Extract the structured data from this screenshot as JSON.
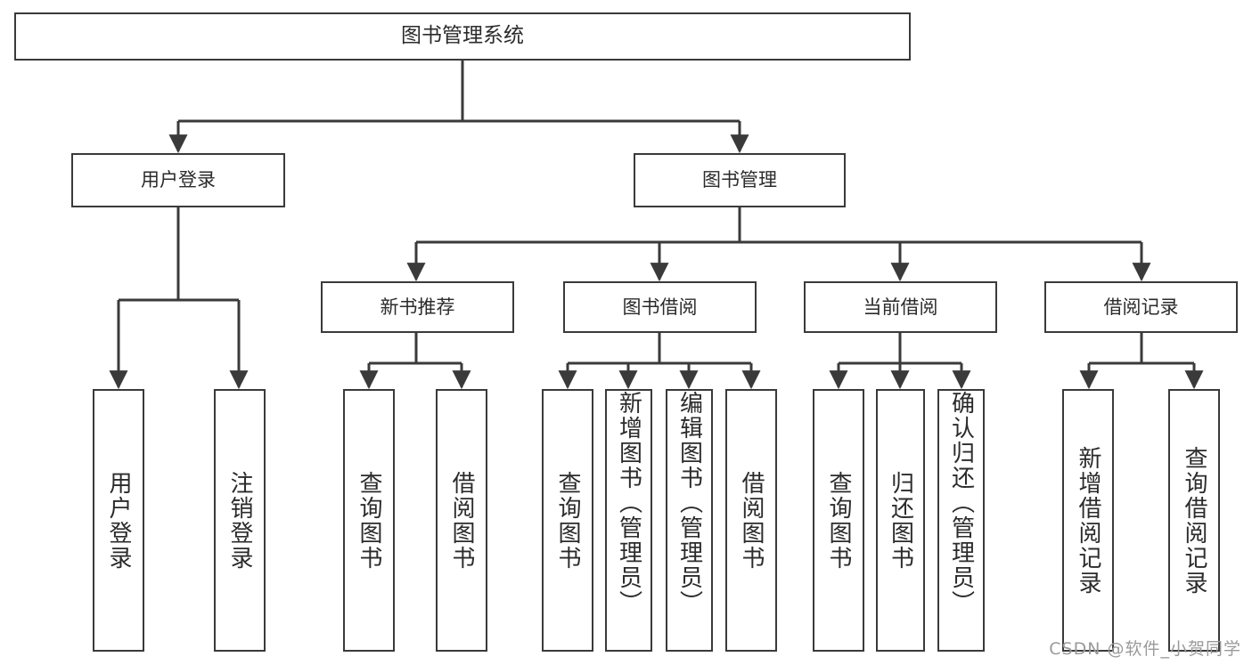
{
  "diagram": {
    "type": "tree",
    "title": "图书管理系统",
    "orientation": "top-down",
    "node_border_color": "#3a3a3a",
    "background_color": "#ffffff",
    "text_color": "#2b2b2b"
  },
  "root": {
    "label": "图书管理系统"
  },
  "level2": [
    {
      "id": "user-login",
      "label": "用户登录"
    },
    {
      "id": "book-manage",
      "label": "图书管理"
    }
  ],
  "level3": [
    {
      "id": "new-book-recommend",
      "label": "新书推荐",
      "parent": "book-manage"
    },
    {
      "id": "book-borrow",
      "label": "图书借阅",
      "parent": "book-manage"
    },
    {
      "id": "current-borrow",
      "label": "当前借阅",
      "parent": "book-manage"
    },
    {
      "id": "borrow-record",
      "label": "借阅记录",
      "parent": "book-manage"
    }
  ],
  "leaves": {
    "user_login": [
      {
        "id": "leaf-user-login",
        "label": "用户登录"
      },
      {
        "id": "leaf-logout",
        "label": "注销登录"
      }
    ],
    "new_book_recommend": [
      {
        "id": "leaf-query-book-1",
        "label": "查询图书"
      },
      {
        "id": "leaf-borrow-book-1",
        "label": "借阅图书"
      }
    ],
    "book_borrow": [
      {
        "id": "leaf-query-book-2",
        "label": "查询图书"
      },
      {
        "id": "leaf-add-book",
        "label": "新增图书（管理员）"
      },
      {
        "id": "leaf-edit-book",
        "label": "编辑图书（管理员）"
      },
      {
        "id": "leaf-borrow-book-2",
        "label": "借阅图书"
      }
    ],
    "current_borrow": [
      {
        "id": "leaf-query-book-3",
        "label": "查询图书"
      },
      {
        "id": "leaf-return-book",
        "label": "归还图书"
      },
      {
        "id": "leaf-confirm-return",
        "label": "确认归还（管理员）"
      }
    ],
    "borrow_record": [
      {
        "id": "leaf-add-record",
        "label": "新增借阅记录"
      },
      {
        "id": "leaf-query-record",
        "label": "查询借阅记录"
      }
    ]
  },
  "watermark": {
    "text": "CSDN @软件_小贺同学",
    "color": "#9a9a9a"
  }
}
